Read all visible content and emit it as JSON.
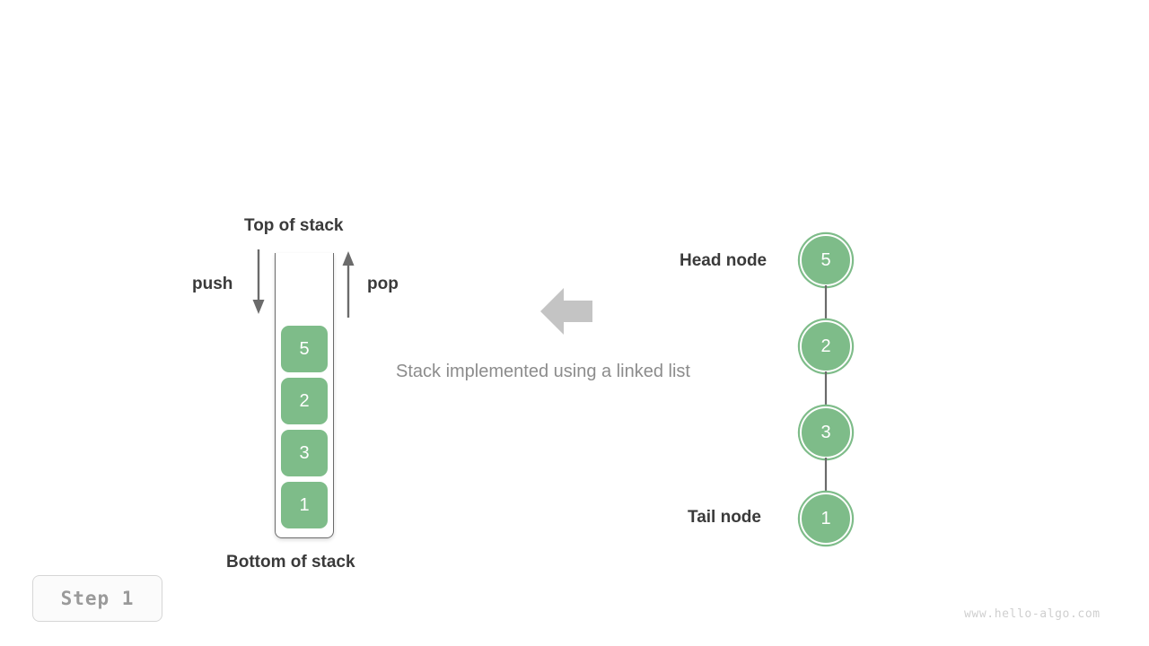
{
  "diagram": {
    "caption": "Stack implemented using a linked list",
    "step_badge": "Step  1",
    "watermark": "www.hello-algo.com",
    "colors": {
      "node_green": "#7ebc89",
      "label_dark": "#3a3a3a",
      "caption_gray": "#8c8c8c",
      "arrow_gray": "#6b6b6b",
      "big_arrow_gray": "#c4c4c4",
      "badge_gray": "#9a9a9a",
      "watermark_gray": "#cfcfcf"
    }
  },
  "stack": {
    "top_label": "Top of stack",
    "bottom_label": "Bottom of stack",
    "push_label": "push",
    "pop_label": "pop",
    "cells": [
      {
        "value": "5"
      },
      {
        "value": "2"
      },
      {
        "value": "3"
      },
      {
        "value": "1"
      }
    ]
  },
  "linked_list": {
    "head_label": "Head node",
    "tail_label": "Tail node",
    "nodes": [
      {
        "value": "5"
      },
      {
        "value": "2"
      },
      {
        "value": "3"
      },
      {
        "value": "1"
      }
    ]
  }
}
